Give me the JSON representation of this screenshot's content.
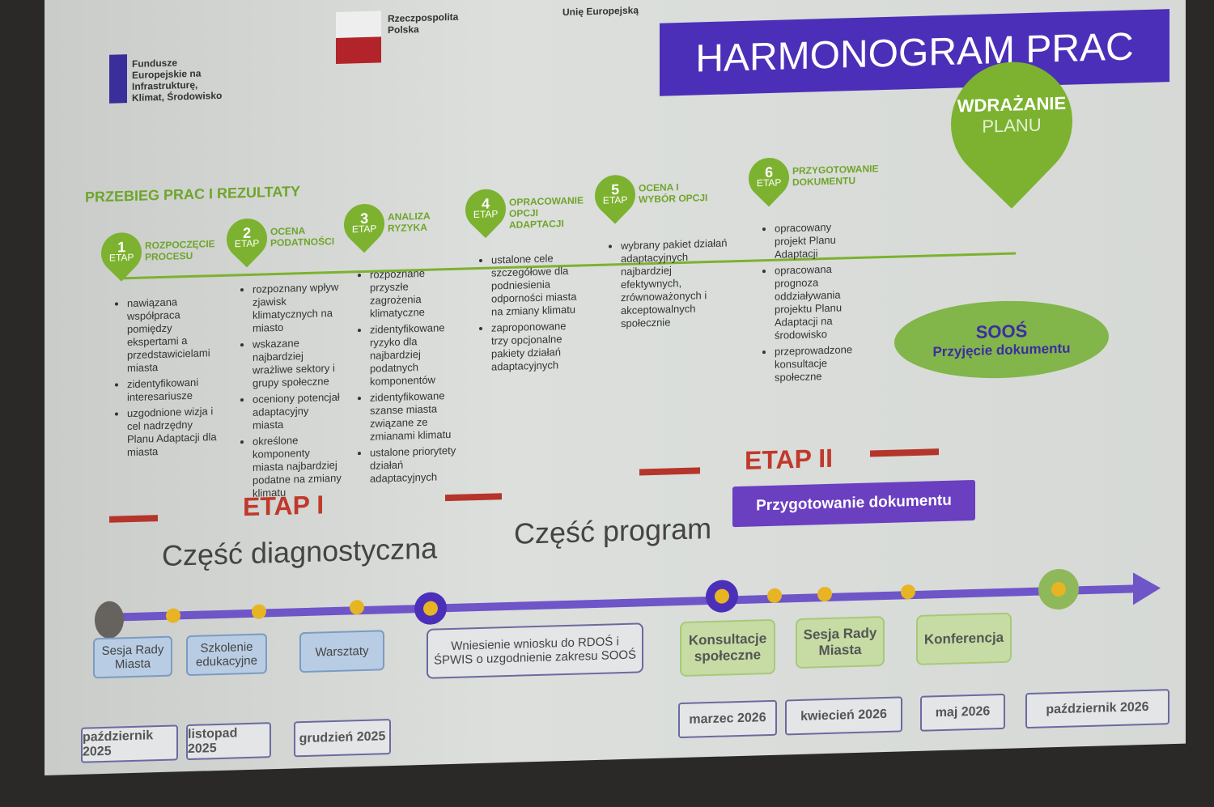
{
  "logos": {
    "eu_funds": "Fundusze Europejskie na Infrastrukturę, Klimat, Środowisko",
    "poland": "Rzeczpospolita Polska",
    "eu_partial": "Unię Europejską"
  },
  "title": "HARMONOGRAM PRAC",
  "section_title": "PRZEBIEG PRAC I REZULTATY",
  "etap_word": "ETAP",
  "final_pin": {
    "line1": "WDRAŻANIE",
    "line2": "PLANU"
  },
  "steps": [
    {
      "num": "1",
      "label": "ROZPOCZĘCIE PROCESU",
      "items": [
        "nawiązana współpraca pomiędzy ekspertami a przedstawicielami miasta",
        "zidentyfikowani interesariusze",
        "uzgodnione wizja i cel nadrzędny Planu Adaptacji dla miasta"
      ]
    },
    {
      "num": "2",
      "label": "OCENA PODATNOŚCI",
      "items": [
        "rozpoznany wpływ zjawisk klimatycznych na miasto",
        "wskazane najbardziej wrażliwe sektory i grupy społeczne",
        "oceniony potencjał adaptacyjny miasta",
        "określone komponenty miasta najbardziej podatne na zmiany klimatu"
      ]
    },
    {
      "num": "3",
      "label": "ANALIZA RYZYKA",
      "items": [
        "rozpoznane przyszłe zagrożenia klimatyczne",
        "zidentyfikowane ryzyko dla najbardziej podatnych komponentów",
        "zidentyfikowane szanse miasta związane ze zmianami klimatu",
        "ustalone priorytety działań adaptacyjnych"
      ]
    },
    {
      "num": "4",
      "label": "OPRACOWANIE OPCJI ADAPTACJI",
      "items": [
        "ustalone cele szczegółowe dla podniesienia odporności miasta na zmiany klimatu",
        "zaproponowane trzy opcjonalne pakiety działań adaptacyjnych"
      ]
    },
    {
      "num": "5",
      "label": "OCENA I WYBÓR OPCJI",
      "items": [
        "wybrany pakiet działań adaptacyjnych najbardziej efektywnych, zrównoważonych i akceptowalnych społecznie"
      ]
    },
    {
      "num": "6",
      "label": "PRZYGOTOWANIE DOKUMENTU",
      "items": [
        "opracowany projekt Planu Adaptacji",
        "opracowana prognoza oddziaływania projektu Planu Adaptacji na środowisko",
        "przeprowadzone konsultacje społeczne"
      ]
    }
  ],
  "soos_bubble": {
    "title": "SOOŚ",
    "subtitle": "Przyjęcie dokumentu"
  },
  "etap1": "ETAP I",
  "etap2": "ETAP II",
  "part1": "Część diagnostyczna",
  "part2": "Część program",
  "prep_doc": "Przygotowanie dokumentu",
  "events": {
    "sesja1": "Sesja Rady Miasta",
    "szkolenie": "Szkolenie edukacyjne",
    "warsztaty": "Warsztaty",
    "wniosek": "Wniesienie wniosku do RDOŚ i ŚPWIS o uzgodnienie zakresu SOOŚ",
    "konsultacje": "Konsultacje społeczne",
    "sesja2": "Sesja Rady Miasta",
    "konferencja": "Konferencja"
  },
  "dates": [
    "październik 2025",
    "listopad 2025",
    "grudzień 2025",
    "marzec 2026",
    "kwiecień 2026",
    "maj 2026",
    "październik 2026"
  ]
}
